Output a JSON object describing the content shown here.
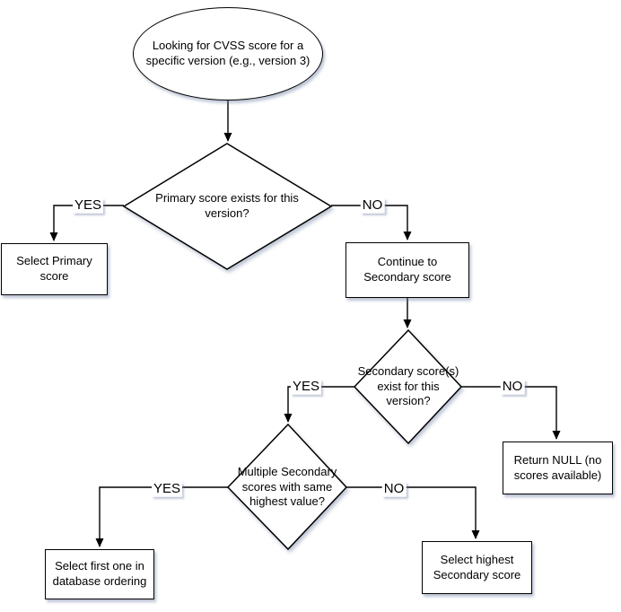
{
  "flowchart": {
    "nodes": {
      "start": "Looking for CVSS score for a specific version (e.g., version 3)",
      "decision_primary": "Primary score exists for this version?",
      "process_select_primary": "Select Primary score",
      "process_continue": "Continue to Secondary score",
      "decision_secondary": "Secondary score(s) exist for this version?",
      "process_return_null": "Return NULL (no scores available)",
      "decision_multiple": "Multiple Secondary scores with same highest value?",
      "process_select_first": "Select first one in database ordering",
      "process_select_highest": "Select highest Secondary score"
    },
    "edge_labels": {
      "primary_yes": "YES",
      "primary_no": "NO",
      "secondary_yes": "YES",
      "secondary_no": "NO",
      "multiple_yes": "YES",
      "multiple_no": "NO"
    },
    "colors": {
      "stroke": "#000000",
      "shape_fill": "#ffffff",
      "text": "#000000",
      "background": "#ffffff"
    }
  }
}
